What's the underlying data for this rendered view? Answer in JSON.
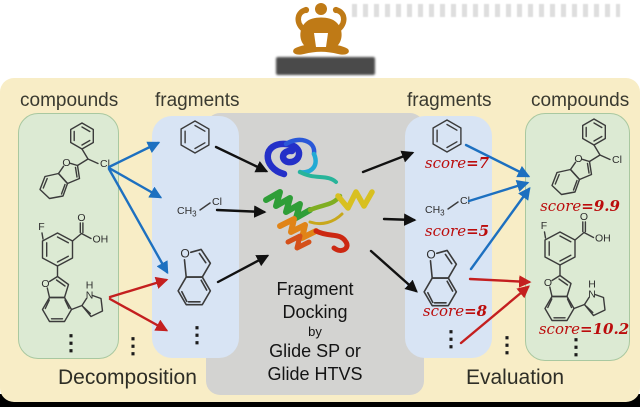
{
  "icons": {
    "logo": "meditating-figure-with-cup-icon"
  },
  "columns": {
    "left_compounds": "compounds",
    "left_fragments": "fragments",
    "right_fragments": "fragments",
    "right_compounds": "compounds"
  },
  "stages": {
    "left": "Decomposition",
    "right": "Evaluation"
  },
  "docking": {
    "title_line1": "Fragment",
    "title_line2": "Docking",
    "connector": "by",
    "method_line1": "Glide SP or",
    "method_line2": "Glide HTVS"
  },
  "fragment_scores": [
    {
      "fragment": "benzene",
      "label": "score",
      "equals": "=",
      "value": "7"
    },
    {
      "fragment": "chloromethane",
      "label": "score",
      "equals": "=",
      "value": "5"
    },
    {
      "fragment": "benzofuran",
      "label": "score",
      "equals": "=",
      "value": "8"
    }
  ],
  "compound_scores": [
    {
      "compound": "compound-1",
      "label": "score",
      "equals": "=",
      "value": "9.9"
    },
    {
      "compound": "compound-2",
      "label": "score",
      "equals": "=",
      "value": "10.2"
    }
  ],
  "atom_labels": {
    "O": "O",
    "Cl": "Cl",
    "F": "F",
    "N": "N",
    "H": "H",
    "OH": "OH",
    "CH": "CH",
    "sub3": "3"
  },
  "ellipsis": "⋮",
  "colors": {
    "background_cream": "#f8edc6",
    "compound_box_green": "#dcead3",
    "fragment_box_blue": "#d8e4f4",
    "docking_box_gray": "#d3d3d1",
    "arrow_blue": "#1d70c0",
    "arrow_red": "#c41f1f",
    "arrow_black": "#111111",
    "score_red": "#bb0c0c",
    "logo_orange": "#bf7a16"
  }
}
